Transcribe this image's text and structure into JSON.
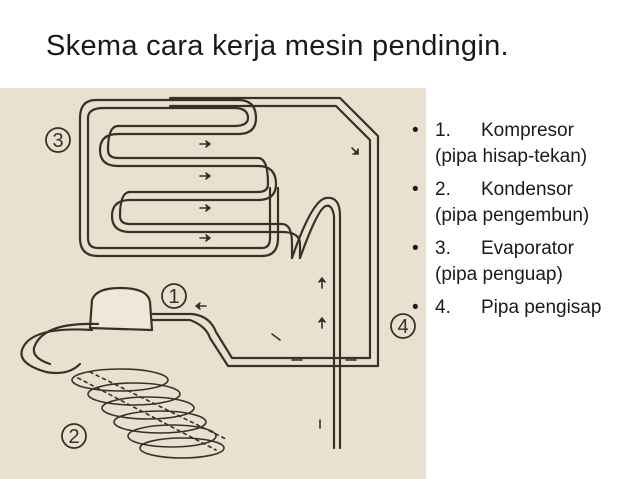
{
  "slide": {
    "title": "Skema cara kerja mesin pendingin."
  },
  "diagram": {
    "callouts": [
      "3",
      "1",
      "4",
      "2"
    ],
    "colors": {
      "paper": "#e9e0cf",
      "ink": "#3a3028"
    }
  },
  "bullets": [
    {
      "number": "1.",
      "name": "Kompresor",
      "desc": "(pipa hisap-tekan)"
    },
    {
      "number": "2.",
      "name": "Kondensor",
      "desc": "(pipa pengembun)"
    },
    {
      "number": "3.",
      "name": "Evaporator",
      "desc": "(pipa penguap)"
    },
    {
      "number": "4.",
      "name": "Pipa pengisap",
      "desc": ""
    }
  ]
}
